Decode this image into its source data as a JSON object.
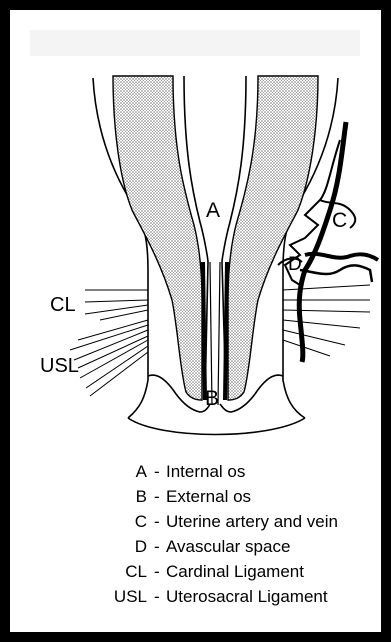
{
  "diagram": {
    "labels": {
      "a": "A",
      "b": "B",
      "c": "C",
      "d": "D",
      "cl": "CL",
      "usl": "USL"
    }
  },
  "legend": {
    "items": [
      {
        "key": "A",
        "sep": "-",
        "text": "Internal os"
      },
      {
        "key": "B",
        "sep": "-",
        "text": "External os"
      },
      {
        "key": "C",
        "sep": "-",
        "text": "Uterine artery and vein"
      },
      {
        "key": "D",
        "sep": "-",
        "text": "Avascular space"
      },
      {
        "key": "CL",
        "sep": "-",
        "text": "Cardinal Ligament"
      },
      {
        "key": "USL",
        "sep": "-",
        "text": "Uterosacral Ligament"
      }
    ]
  },
  "colors": {
    "border": "#000000",
    "stipple": "#b8b8b8",
    "ink": "#000000"
  }
}
